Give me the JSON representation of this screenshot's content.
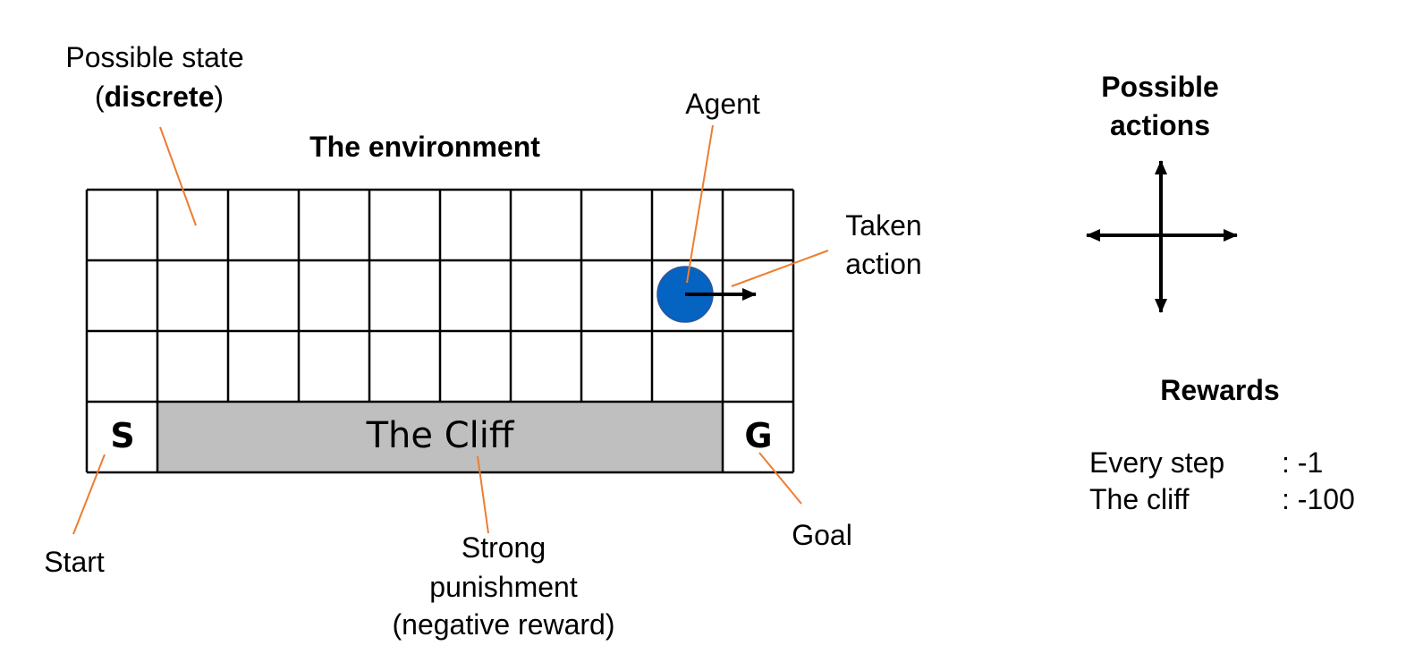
{
  "environment": {
    "title": "The environment",
    "grid": {
      "cols": 10,
      "rows": 4
    },
    "start_label": "S",
    "goal_label": "G",
    "cliff_label": "The Cliff",
    "agent": {
      "col": 8,
      "row": 1,
      "action": "right"
    }
  },
  "annotations": {
    "possible_state_line1": "Possible state",
    "possible_state_open": "(",
    "possible_state_bold": "discrete",
    "possible_state_close": ")",
    "agent": "Agent",
    "taken_action_line1": "Taken",
    "taken_action_line2": "action",
    "start": "Start",
    "punishment_line1": "Strong",
    "punishment_line2": "punishment",
    "punishment_line3": "(negative reward)",
    "goal": "Goal"
  },
  "actions": {
    "title_line1": "Possible",
    "title_line2": "actions",
    "directions": [
      "up",
      "down",
      "left",
      "right"
    ]
  },
  "rewards": {
    "title": "Rewards",
    "items": [
      {
        "label": "Every step",
        "value": ": -1"
      },
      {
        "label": "The cliff",
        "value": ": -100"
      }
    ]
  },
  "colors": {
    "cliff": "#BFBFBF",
    "agent": "#0563C1",
    "leader": "#ED7D31"
  }
}
